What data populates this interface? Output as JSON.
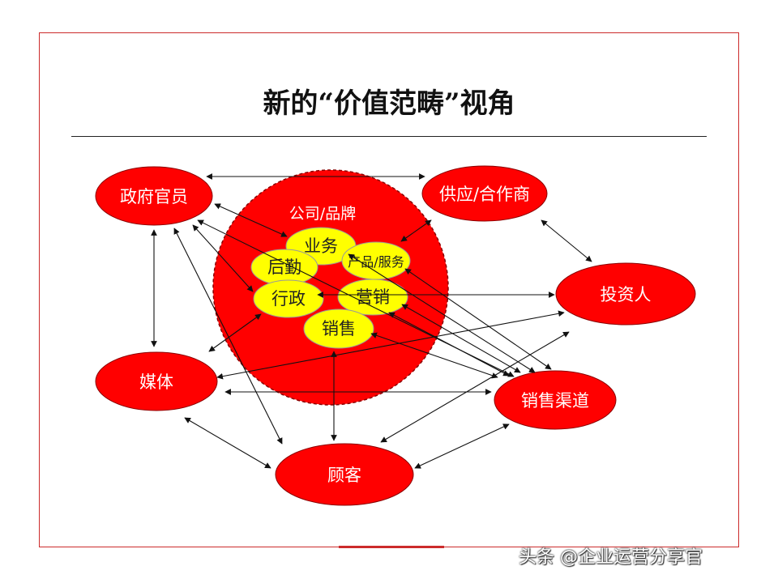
{
  "title": "新的“价值范畴”视角",
  "company": {
    "label": "公司/品牌"
  },
  "inner_nodes": {
    "business": "业务",
    "logistics": "后勤",
    "products": "产品/服务",
    "admin": "行政",
    "marketing": "营销",
    "sales": "销售"
  },
  "outer_nodes": {
    "government": "政府官员",
    "supplier": "供应/合作商",
    "investor": "投资人",
    "media": "媒体",
    "channel": "销售渠道",
    "customer": "顾客"
  },
  "watermark": "头条 @企业运营分享官",
  "colors": {
    "red": "#ff0000",
    "yellow": "#ffff00",
    "frame": "#cc2b2b"
  }
}
